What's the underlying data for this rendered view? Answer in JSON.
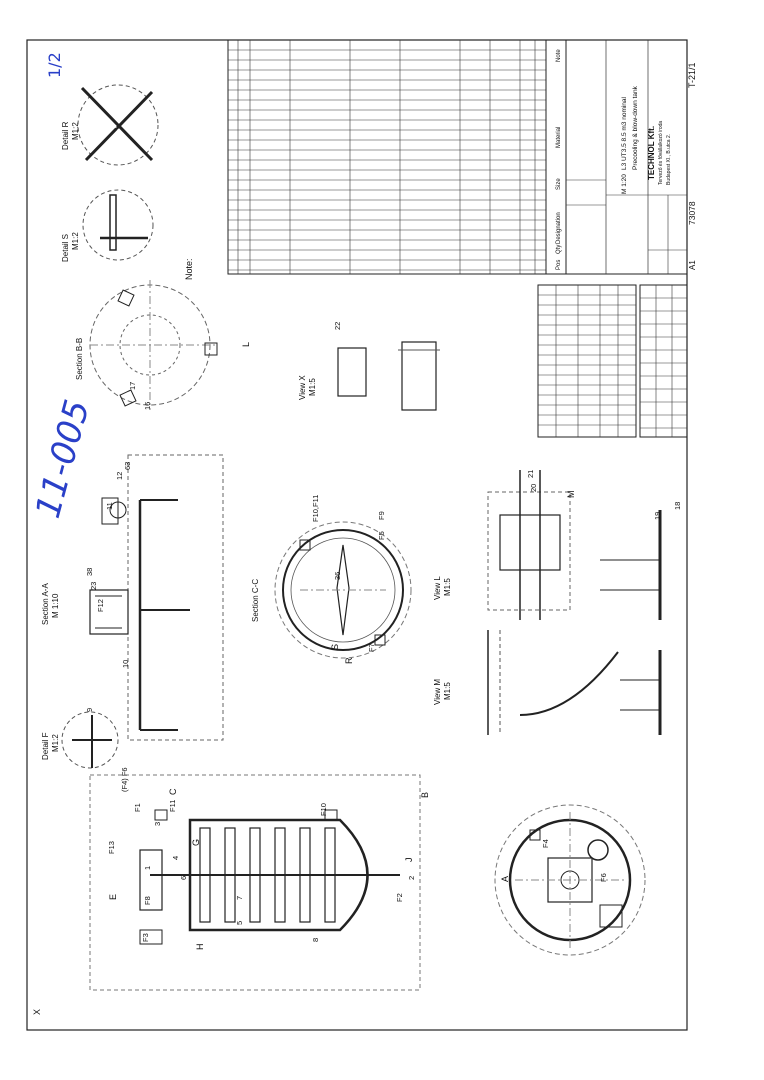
{
  "handwriting": {
    "page_number": "1/2",
    "drawing_ref": "11-005"
  },
  "views": {
    "detail_r": {
      "title": "Detail R",
      "scale": "M1:2"
    },
    "detail_s": {
      "title": "Detail S",
      "scale": "M1:2"
    },
    "detail_f": {
      "title": "Detail F",
      "scale": "M1:2"
    },
    "section_bb": {
      "title": "Section B-B"
    },
    "section_aa": {
      "title": "Section A-A",
      "scale": "M 1:10"
    },
    "section_cc": {
      "title": "Section C-C"
    },
    "view_x": {
      "title": "View X",
      "scale": "M1:5"
    },
    "view_l": {
      "title": "View L",
      "scale": "M1:5"
    },
    "view_m": {
      "title": "View M",
      "scale": "M1:5"
    }
  },
  "note_label": "Note:",
  "parts_list": {
    "headers": [
      "Pos",
      "Qty",
      "Designation",
      "Size",
      "Material",
      "Note"
    ]
  },
  "title_block": {
    "title_line1": "L3 UT3.5 8.5 m3 nominal",
    "title_line2": "Precooling & blow-down tank",
    "company": "TECHNOL Kft.",
    "address1": "Tervező és fővállalkozó iroda",
    "address2": "Budapest XI., B.utca 2.",
    "scale": "M 1:20",
    "sheet_size": "A1",
    "drawing_no": "73078",
    "sheet_code": "T-21/1"
  },
  "callouts": {
    "flanges": [
      "F1",
      "F2",
      "F3",
      "F4",
      "F5",
      "F6",
      "F7",
      "F8",
      "F9",
      "F10",
      "F11",
      "F12",
      "F13",
      "F10,F11",
      "(F4) F6"
    ],
    "positions": [
      "1",
      "2",
      "3",
      "4",
      "5",
      "6",
      "7",
      "8",
      "9",
      "10",
      "11",
      "12",
      "16",
      "17",
      "18",
      "19",
      "20",
      "21",
      "22",
      "23",
      "36",
      "38",
      "63"
    ],
    "section_marks": [
      "A",
      "B",
      "C",
      "E",
      "G",
      "H",
      "J",
      "L",
      "M",
      "R",
      "S",
      "X"
    ]
  }
}
